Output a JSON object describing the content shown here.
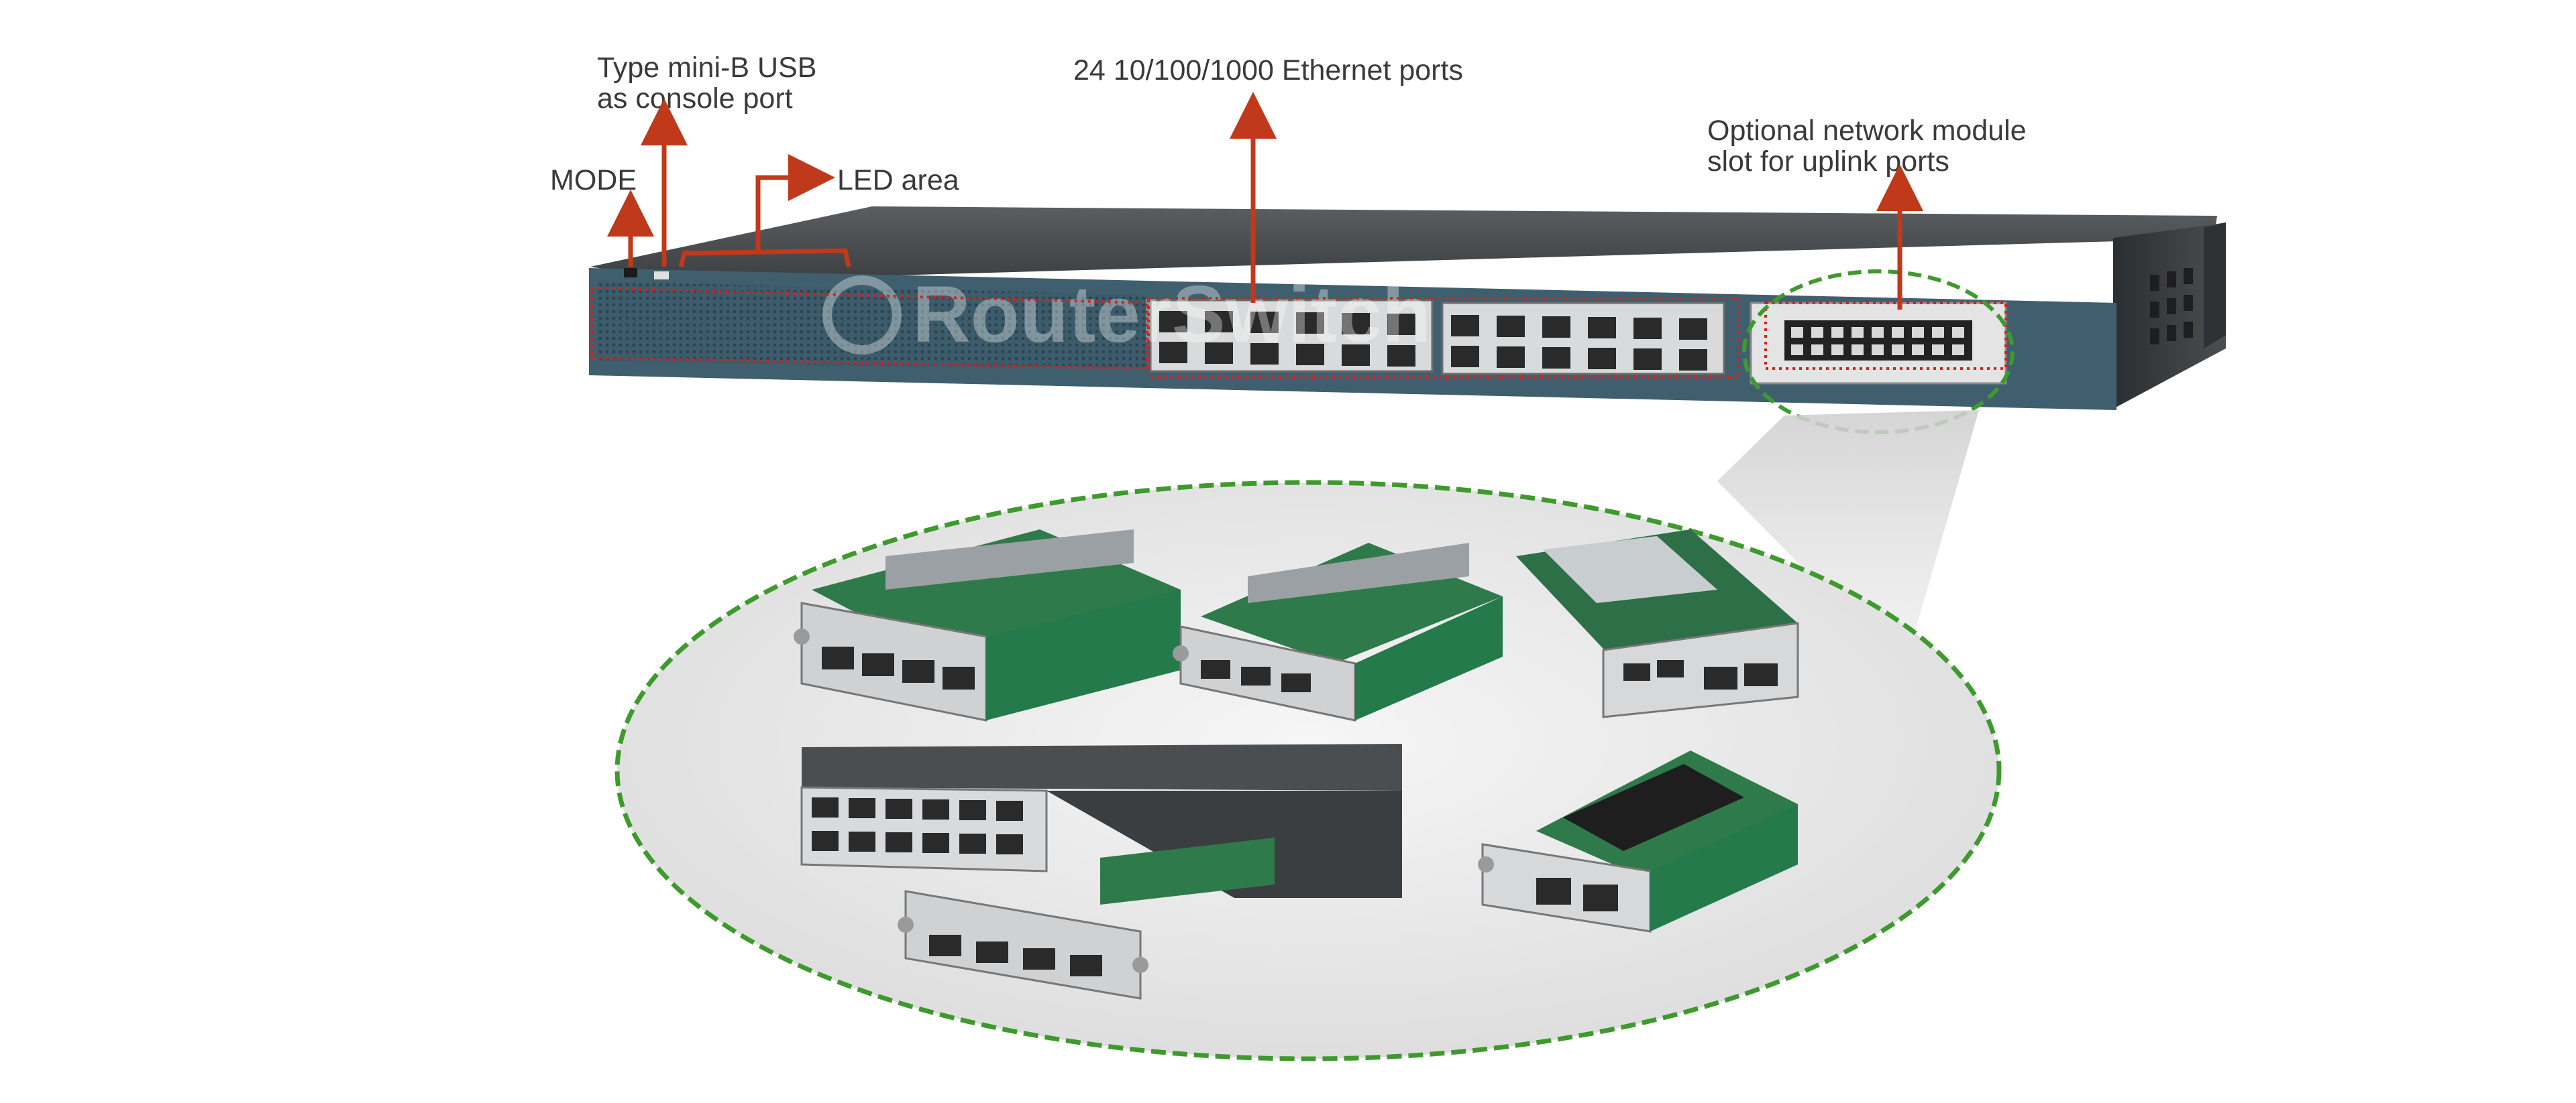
{
  "callouts": {
    "usb_line1": "Type mini-B USB",
    "usb_line2": "as console port",
    "ethernet": "24 10/100/1000 Ethernet ports",
    "module_line1": "Optional network module",
    "module_line2": "slot for uplink ports",
    "mode": "MODE",
    "led": "LED area"
  },
  "watermark": "RouterSwitch",
  "colors": {
    "arrow": "#c0391b",
    "dashed_green": "#3f9a2e",
    "dotted_red": "#d62020",
    "chassis_front": "#3f5f6f",
    "chassis_top": "#4b4f52"
  }
}
